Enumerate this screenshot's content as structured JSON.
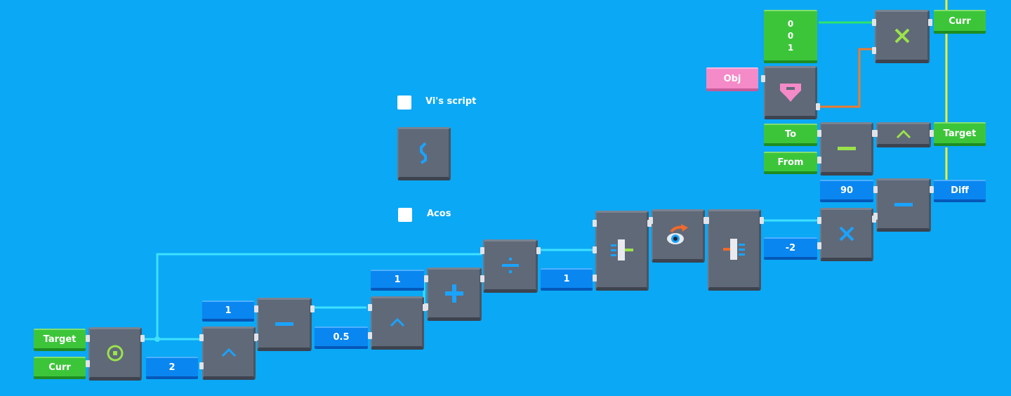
{
  "colors": {
    "background": "#0ba8f5",
    "wire_cyan": "#3fe0ff",
    "wire_yellow": "#f0ee3a",
    "wire_green": "#2ee36a",
    "wire_orange": "#ef7a2c",
    "node_gray": "#606978",
    "chip_green": "#3dc53a",
    "chip_blue": "#0a86f0",
    "chip_pink": "#f58ac8"
  },
  "checkboxes": {
    "script_label": "Vi's script",
    "acos_label": "Acos"
  },
  "inputs": {
    "target_bottom": "Target",
    "curr_bottom": "Curr",
    "const_2": "2",
    "const_1_a": "1",
    "const_0_5": "0.5",
    "const_1_b": "1",
    "const_1_c": "1",
    "const_neg2": "-2",
    "const_90": "90",
    "diff": "Diff",
    "to": "To",
    "from": "From",
    "target_top": "Target",
    "curr_top": "Curr",
    "obj": "Obj",
    "vector_values": [
      "0",
      "0",
      "1"
    ]
  },
  "icons": {
    "dot_product": "dot-product-icon",
    "power": "power-icon",
    "subtract": "subtract-icon",
    "add": "add-icon",
    "divide": "divide-icon",
    "multiply": "multiply-icon",
    "split": "split-vector-icon",
    "rotate": "look-rotation-icon",
    "join": "join-vector-icon",
    "heart": "heart-icon",
    "script": "script-icon"
  }
}
